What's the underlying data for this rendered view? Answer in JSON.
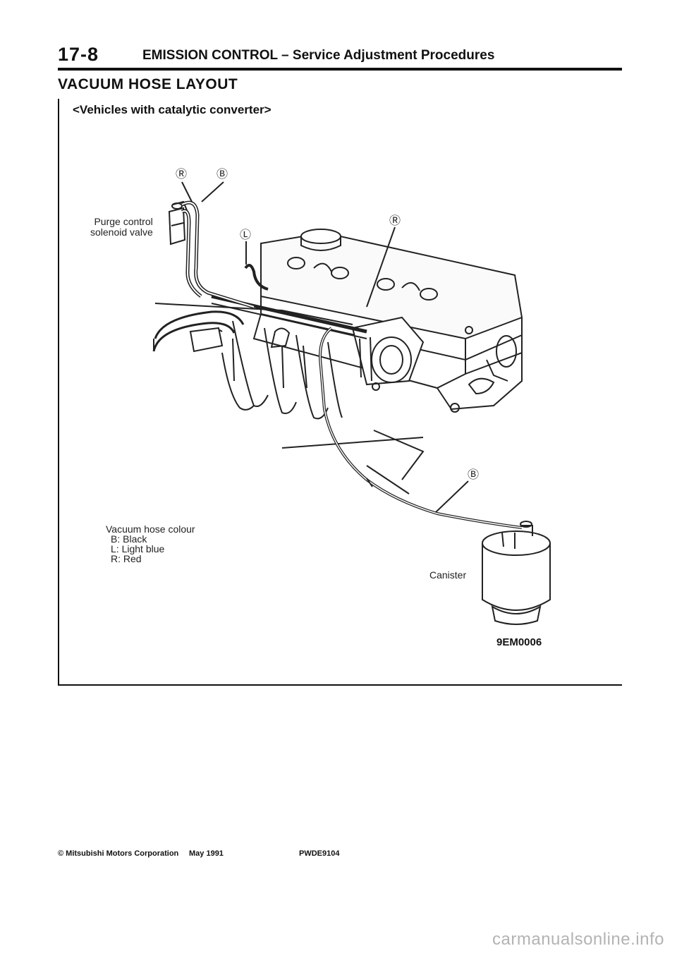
{
  "header": {
    "page_number": "17-8",
    "chapter": "EMISSION CONTROL – Service Adjustment Procedures"
  },
  "section": {
    "title": "VACUUM HOSE LAYOUT",
    "subtitle": "<Vehicles with catalytic converter>"
  },
  "diagram": {
    "markers": [
      "Ⓡ",
      "Ⓑ",
      "Ⓛ",
      "Ⓡ",
      "Ⓑ"
    ],
    "purge_valve_label": [
      "Purge control",
      "solenoid valve"
    ],
    "canister_label": "Canister",
    "figure_code": "9EM0006"
  },
  "legend": {
    "title": "Vacuum hose colour",
    "items": [
      "B: Black",
      "L: Light blue",
      "R: Red"
    ]
  },
  "footer": {
    "copyright": "© Mitsubishi Motors Corporation",
    "date": "May 1991",
    "doc_code": "PWDE9104"
  },
  "watermark": "carmanualsonline.info",
  "icons": {
    "engine": "engine-illustration-icon",
    "canister": "canister-icon",
    "valve": "solenoid-valve-icon"
  }
}
